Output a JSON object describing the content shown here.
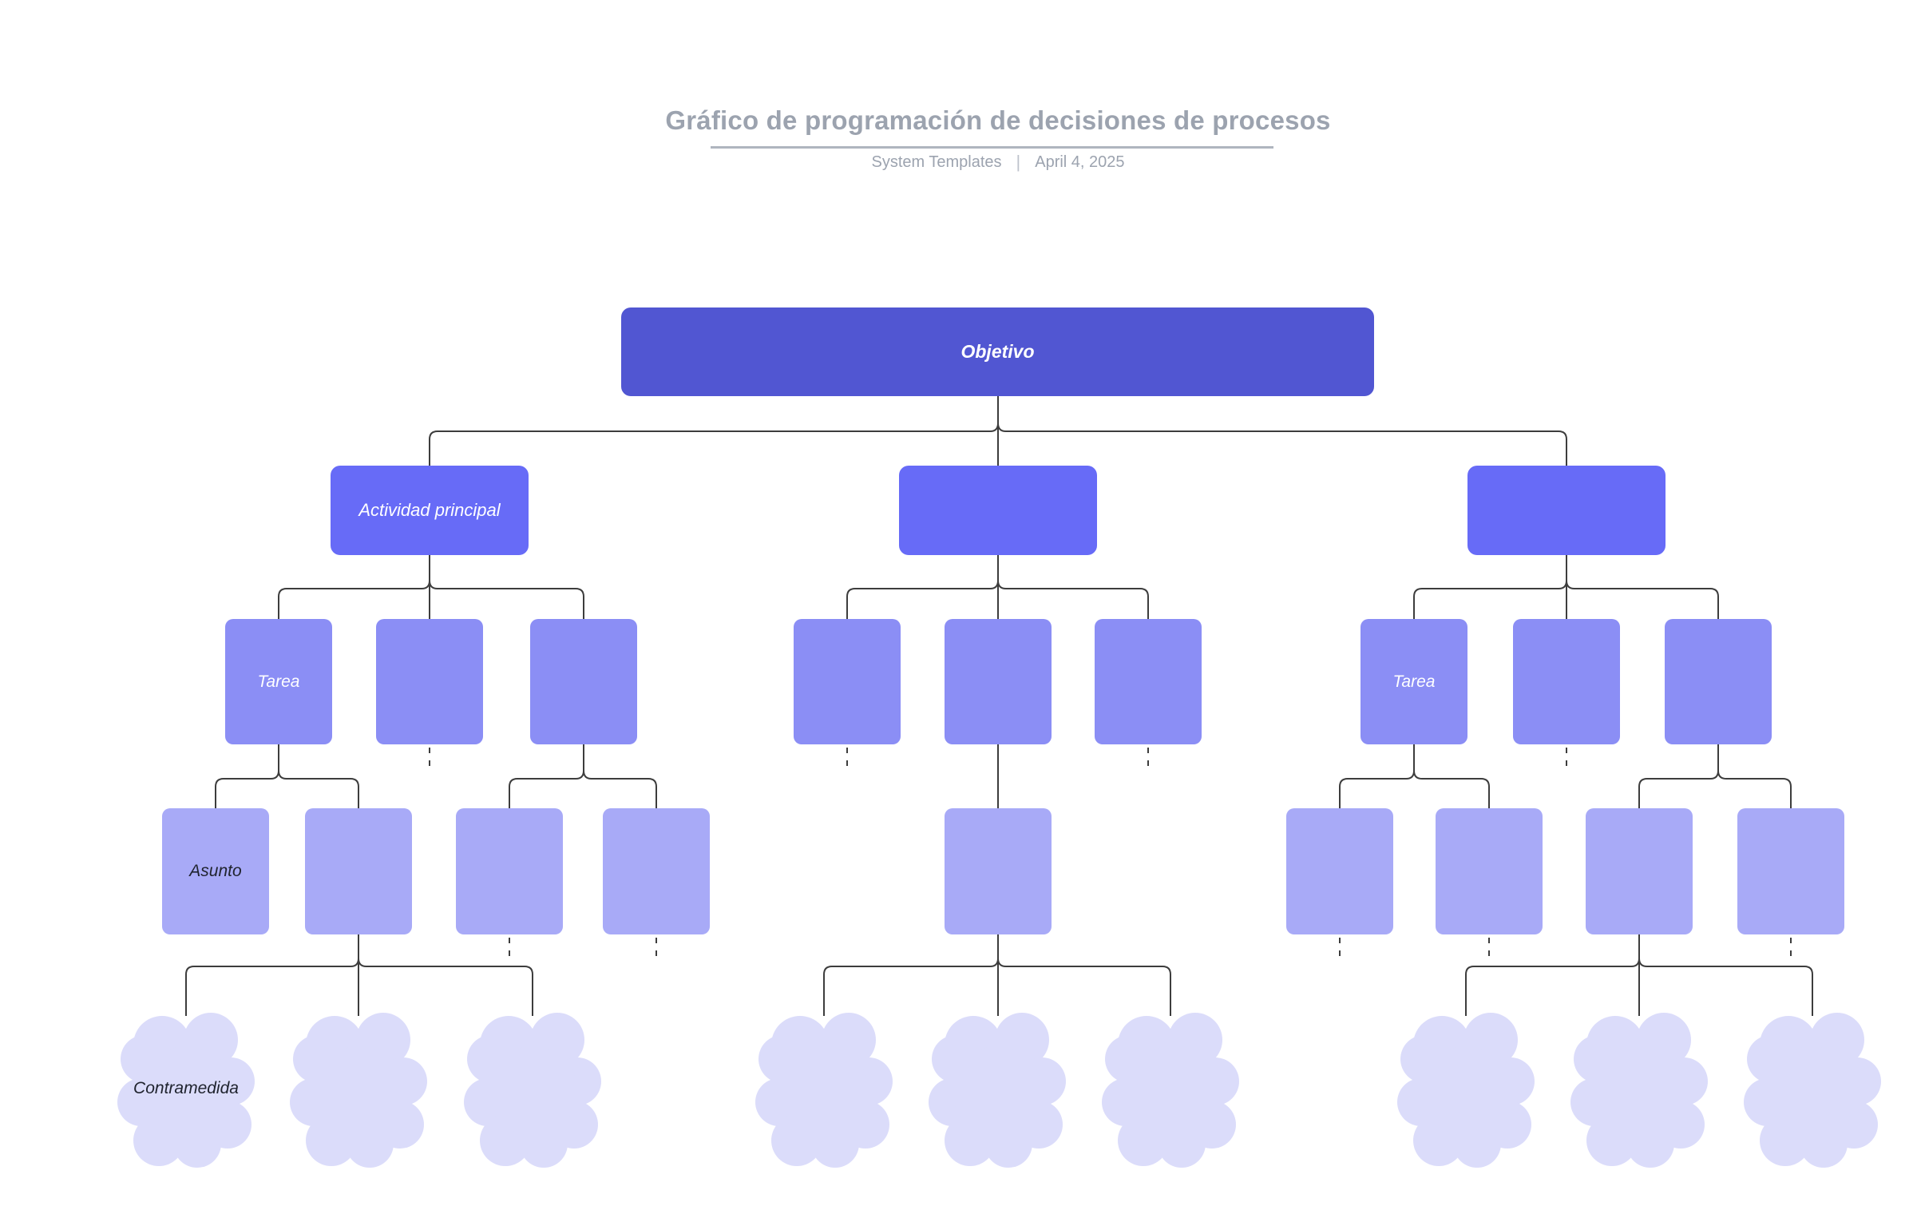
{
  "header": {
    "title": "Gráfico de programación de decisiones de procesos",
    "subtitle_left": "System Templates",
    "subtitle_separator": "|",
    "subtitle_right": "April 4, 2025"
  },
  "palette": {
    "objective_fill": "#5156D2",
    "activity_fill": "#676BF7",
    "task_fill": "#8B8EF5",
    "topic_fill": "#A8AAF7",
    "cloud_fill": "#DBDCFA",
    "connector_stroke": "#3D3D3D",
    "title_gray": "#9CA3AF",
    "label_on_dark": "#FFFFFF",
    "label_on_light": "#20242F"
  },
  "diagram": {
    "objective": {
      "label": "Objetivo"
    },
    "groups": [
      {
        "activity": {
          "label": "Actividad principal"
        },
        "tasks": [
          {
            "label": "Tarea"
          },
          {
            "label": ""
          },
          {
            "label": ""
          }
        ],
        "topics": [
          {
            "label": "Asunto"
          },
          {
            "label": ""
          },
          {
            "label": ""
          },
          {
            "label": ""
          }
        ],
        "clouds": [
          {
            "label": "Contramedida"
          },
          {
            "label": ""
          },
          {
            "label": ""
          }
        ]
      },
      {
        "activity": {
          "label": ""
        },
        "tasks": [
          {
            "label": ""
          },
          {
            "label": ""
          },
          {
            "label": ""
          }
        ],
        "topics": [
          {
            "label": ""
          }
        ],
        "clouds": [
          {
            "label": ""
          },
          {
            "label": ""
          },
          {
            "label": ""
          }
        ]
      },
      {
        "activity": {
          "label": ""
        },
        "tasks": [
          {
            "label": "Tarea"
          },
          {
            "label": ""
          },
          {
            "label": ""
          }
        ],
        "topics": [
          {
            "label": ""
          },
          {
            "label": ""
          },
          {
            "label": ""
          },
          {
            "label": ""
          }
        ],
        "clouds": [
          {
            "label": ""
          },
          {
            "label": ""
          },
          {
            "label": ""
          }
        ]
      }
    ]
  }
}
